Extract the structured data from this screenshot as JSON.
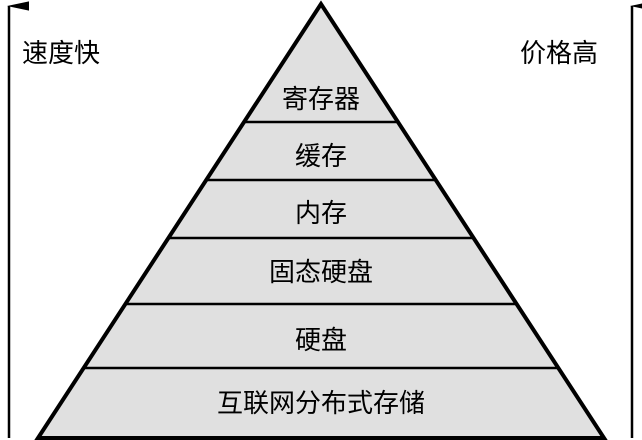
{
  "left_axis": {
    "label": "速度快"
  },
  "right_axis": {
    "label": "价格高"
  },
  "pyramid": {
    "levels": [
      "寄存器",
      "缓存",
      "内存",
      "固态硬盘",
      "硬盘",
      "互联网分布式存储"
    ],
    "fill_color": "#e0e0e0",
    "line_color": "#000000"
  }
}
